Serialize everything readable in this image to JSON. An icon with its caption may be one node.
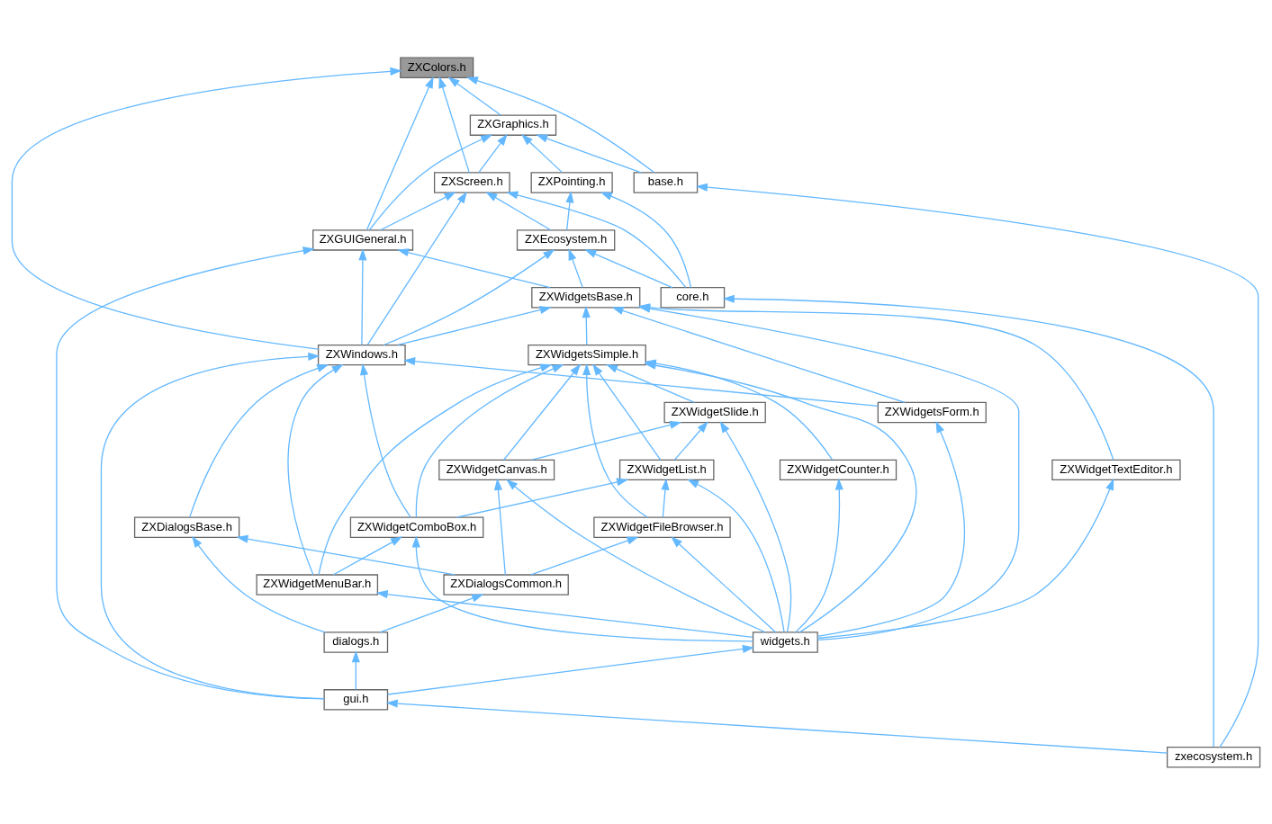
{
  "diagram": {
    "nodes": [
      {
        "text": [
          "ZXColors.h"
        ]
      },
      {
        "text": [
          "ZXGraphics.h"
        ]
      },
      {
        "text": [
          "ZXScreen.h"
        ]
      },
      {
        "text": [
          "ZXPointing.h"
        ]
      },
      {
        "text": [
          "base.h"
        ]
      },
      {
        "text": [
          "ZXGUIGeneral.h"
        ]
      },
      {
        "text": [
          "ZXEcosystem.h"
        ]
      },
      {
        "text": [
          "core.h"
        ]
      },
      {
        "text": [
          "ZXWidgetsBase.h"
        ]
      },
      {
        "text": [
          "ZXWindows.h"
        ]
      },
      {
        "text": [
          "ZXWidgetsSimple.h"
        ]
      },
      {
        "text": [
          "ZXWidgetsForm.h"
        ]
      },
      {
        "text": [
          "ZXWidgetSlide.h"
        ]
      },
      {
        "text": [
          "ZXWidgetCanvas.h"
        ]
      },
      {
        "text": [
          "ZXWidgetList.h"
        ]
      },
      {
        "text": [
          "ZXWidgetTextEditor.h"
        ]
      },
      {
        "text": [
          "ZXDialogsBase.h"
        ]
      },
      {
        "text": [
          "ZXWidgetComboBox.h"
        ]
      },
      {
        "text": [
          "ZXWidgetFileBrowser.h"
        ]
      },
      {
        "text": [
          "ZXWidgetMenuBar.h"
        ]
      },
      {
        "text": [
          "ZXDialogsCommon.h"
        ]
      },
      {
        "text": [
          "ZXWidgetCounter.h"
        ]
      },
      {
        "text": [
          "dialogs.h"
        ]
      },
      {
        "text": [
          "widgets.h"
        ]
      },
      {
        "text": [
          "gui.h"
        ]
      },
      {
        "text": [
          "zxecosystem.h"
        ]
      }
    ],
    "edges": [
      {
        "from": 1,
        "to": 0,
        "arrow": "to"
      },
      {
        "from": 2,
        "to": 0,
        "arrow": "to"
      },
      {
        "from": 5,
        "to": 0,
        "arrow": "to"
      },
      {
        "from": 4,
        "to": 0,
        "arrow": "to"
      },
      {
        "from": 9,
        "to": 0,
        "arrow": "to"
      },
      {
        "from": 2,
        "to": 1,
        "arrow": "to"
      },
      {
        "from": 3,
        "to": 1,
        "arrow": "to"
      },
      {
        "from": 4,
        "to": 1,
        "arrow": "to"
      },
      {
        "from": 5,
        "to": 1,
        "arrow": "to"
      },
      {
        "from": 5,
        "to": 2,
        "arrow": "to"
      },
      {
        "from": 6,
        "to": 2,
        "arrow": "to"
      },
      {
        "from": 7,
        "to": 2,
        "arrow": "to"
      },
      {
        "from": 9,
        "to": 2,
        "arrow": "to"
      },
      {
        "from": 6,
        "to": 3,
        "arrow": "to"
      },
      {
        "from": 7,
        "to": 3,
        "arrow": "to"
      },
      {
        "from": 25,
        "to": 4,
        "arrow": "to"
      },
      {
        "from": 9,
        "to": 5,
        "arrow": "to"
      },
      {
        "from": 8,
        "to": 5,
        "arrow": "to"
      },
      {
        "from": 24,
        "to": 5,
        "arrow": "to"
      },
      {
        "from": 8,
        "to": 6,
        "arrow": "to"
      },
      {
        "from": 7,
        "to": 6,
        "arrow": "to"
      },
      {
        "from": 9,
        "to": 6,
        "arrow": "to"
      },
      {
        "from": 25,
        "to": 7,
        "arrow": "to"
      },
      {
        "from": 9,
        "to": 8,
        "arrow": "to"
      },
      {
        "from": 11,
        "to": 8,
        "arrow": "to"
      },
      {
        "from": 10,
        "to": 8,
        "arrow": "to"
      },
      {
        "from": 23,
        "to": 8,
        "arrow": "to"
      },
      {
        "from": 15,
        "to": 8,
        "arrow": "to"
      },
      {
        "from": 11,
        "to": 9,
        "arrow": "to"
      },
      {
        "from": 16,
        "to": 9,
        "arrow": "to"
      },
      {
        "from": 24,
        "to": 9,
        "arrow": "to"
      },
      {
        "from": 19,
        "to": 9,
        "arrow": "to"
      },
      {
        "from": 17,
        "to": 9,
        "arrow": "to"
      },
      {
        "from": 12,
        "to": 10,
        "arrow": "to"
      },
      {
        "from": 13,
        "to": 10,
        "arrow": "to"
      },
      {
        "from": 14,
        "to": 10,
        "arrow": "to"
      },
      {
        "from": 18,
        "to": 10,
        "arrow": "to"
      },
      {
        "from": 17,
        "to": 10,
        "arrow": "to"
      },
      {
        "from": 19,
        "to": 10,
        "arrow": "to"
      },
      {
        "from": 23,
        "to": 10,
        "arrow": "to"
      },
      {
        "from": 21,
        "to": 10,
        "arrow": "to"
      },
      {
        "from": 23,
        "to": 11,
        "arrow": "to"
      },
      {
        "from": 13,
        "to": 12,
        "arrow": "to"
      },
      {
        "from": 14,
        "to": 12,
        "arrow": "to"
      },
      {
        "from": 23,
        "to": 12,
        "arrow": "to"
      },
      {
        "from": 20,
        "to": 13,
        "arrow": "to"
      },
      {
        "from": 23,
        "to": 13,
        "arrow": "to"
      },
      {
        "from": 17,
        "to": 14,
        "arrow": "to"
      },
      {
        "from": 18,
        "to": 14,
        "arrow": "to"
      },
      {
        "from": 23,
        "to": 14,
        "arrow": "to"
      },
      {
        "from": 23,
        "to": 15,
        "arrow": "to"
      },
      {
        "from": 20,
        "to": 16,
        "arrow": "to"
      },
      {
        "from": 22,
        "to": 16,
        "arrow": "to"
      },
      {
        "from": 19,
        "to": 17,
        "arrow": "to"
      },
      {
        "from": 23,
        "to": 17,
        "arrow": "to"
      },
      {
        "from": 20,
        "to": 18,
        "arrow": "to"
      },
      {
        "from": 23,
        "to": 18,
        "arrow": "to"
      },
      {
        "from": 23,
        "to": 19,
        "arrow": "to"
      },
      {
        "from": 22,
        "to": 20,
        "arrow": "to"
      },
      {
        "from": 23,
        "to": 21,
        "arrow": "to"
      },
      {
        "from": 24,
        "to": 22,
        "arrow": "to"
      },
      {
        "from": 24,
        "to": 23,
        "arrow": "to"
      },
      {
        "from": 25,
        "to": 24,
        "arrow": "to"
      }
    ]
  }
}
